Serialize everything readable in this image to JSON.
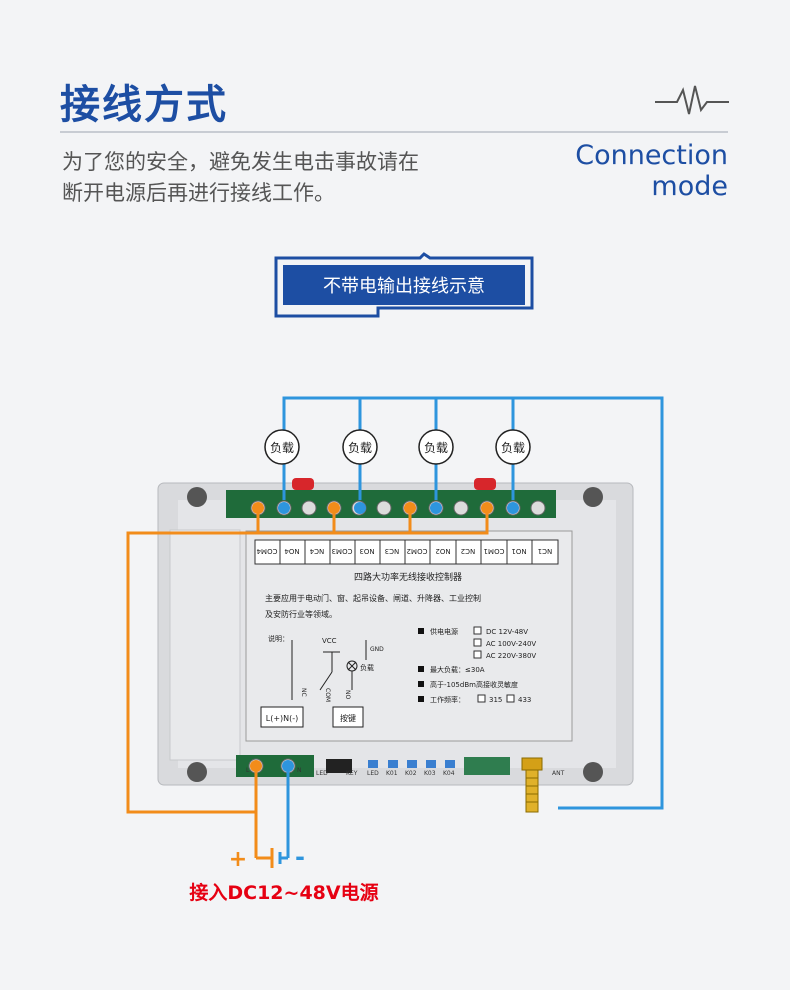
{
  "header": {
    "title": "接线方式",
    "intro_line1": "为了您的安全，避免发生电击事故请在",
    "intro_line2": "断开电源后再进行接线工作。",
    "english_line1": "Connection",
    "english_line2": "mode"
  },
  "banner": {
    "label": "不带电输出接线示意"
  },
  "loads": [
    {
      "label": "负载"
    },
    {
      "label": "负载"
    },
    {
      "label": "负载"
    },
    {
      "label": "负载"
    }
  ],
  "terminal_labels": [
    "COM4",
    "NO4",
    "NC4",
    "COM3",
    "NO3",
    "NC3",
    "COM2",
    "NO2",
    "NC2",
    "COM1",
    "NO1",
    "NC1"
  ],
  "panel": {
    "title": "四路大功率无线接收控制器",
    "desc_line1": "主要应用于电动门、窗、起吊设备、闸道、升降器、工业控制",
    "desc_line2": "及安防行业等领域。",
    "note_label": "说明：",
    "vcc": "VCC",
    "gnd": "GND",
    "load_symbol": "负载",
    "nc": "NC",
    "com": "COM",
    "no": "NO",
    "power_terminal": "L(+)N(-)",
    "key_label": "按键",
    "supply_label": "供电电源",
    "supply_options": [
      "DC 12V-48V",
      "AC 100V-240V",
      "AC 220V-380V"
    ],
    "max_load": "最大负载：≤30A",
    "sensitivity": "高于-105dBm高接收灵敏度",
    "freq_label": "工作频率：",
    "freq_options": [
      "315",
      "433"
    ]
  },
  "bottom_labels": [
    "L",
    "N",
    "LED",
    "KEY",
    "LED",
    "K01",
    "K02",
    "K03",
    "K04",
    "ANT"
  ],
  "power": {
    "plus": "+",
    "minus": "-",
    "label": "接入DC12~48V电源"
  },
  "colors": {
    "accent_blue": "#1d4ea3",
    "wire_orange": "#f28c1a",
    "wire_blue": "#2e95dd",
    "power_red": "#e60012",
    "terminal_green": "#1f6b3a"
  }
}
